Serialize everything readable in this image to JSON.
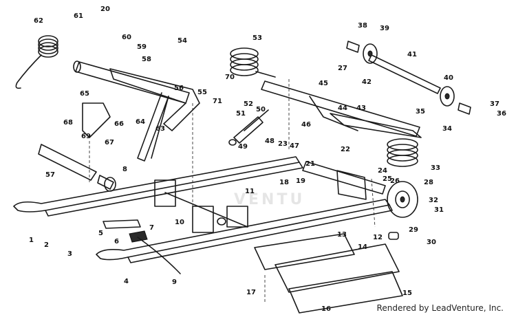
{
  "callouts": [
    "1",
    "2",
    "3",
    "4",
    "5",
    "6",
    "7",
    "8",
    "9",
    "10",
    "11",
    "12",
    "13",
    "14",
    "15",
    "16",
    "17",
    "18",
    "19",
    "20",
    "21",
    "22",
    "23",
    "24",
    "25",
    "26",
    "27",
    "28",
    "29",
    "30",
    "31",
    "32",
    "33",
    "34",
    "35",
    "36",
    "37",
    "38",
    "39",
    "40",
    "41",
    "42",
    "43",
    "44",
    "45",
    "46",
    "47",
    "48",
    "49",
    "50",
    "51",
    "52",
    "53",
    "54",
    "55",
    "56",
    "57",
    "58",
    "59",
    "60",
    "61",
    "62",
    "63",
    "64",
    "65",
    "66",
    "67",
    "68",
    "69",
    "70",
    "71"
  ],
  "watermark": "VENTU",
  "credit": "Rendered by LeadVenture, Inc."
}
